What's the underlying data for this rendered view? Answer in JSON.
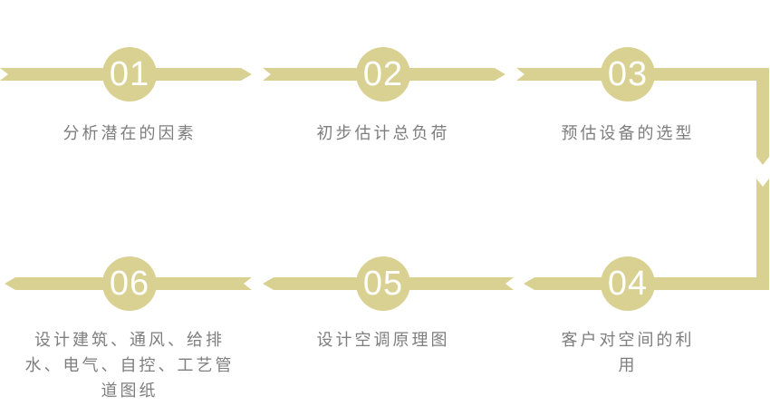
{
  "diagram": {
    "type": "process-flow",
    "direction": "top row left-to-right, then down, bottom row right-to-left",
    "colors": {
      "accent": "#d9d192",
      "label_text": "#7e7e7e",
      "number_text": "#ffffff",
      "background": "#ffffff"
    },
    "steps": [
      {
        "number": "01",
        "label": "分析潜在的因素",
        "lines": [
          "分析潜在的因素"
        ]
      },
      {
        "number": "02",
        "label": "初步估计总负荷",
        "lines": [
          "初步估计总负荷"
        ]
      },
      {
        "number": "03",
        "label": "预估设备的选型",
        "lines": [
          "预估设备的选型"
        ]
      },
      {
        "number": "04",
        "label": "客户对空间的利用",
        "lines": [
          "客户对空间的利",
          "用"
        ]
      },
      {
        "number": "05",
        "label": "设计空调原理图",
        "lines": [
          "设计空调原理图"
        ]
      },
      {
        "number": "06",
        "label": "设计建筑、通风、给排水、电气、自控、工艺管道图纸",
        "lines": [
          "设计建筑、通风、给排",
          "水、电气、自控、工艺管",
          "道图纸"
        ]
      }
    ]
  }
}
